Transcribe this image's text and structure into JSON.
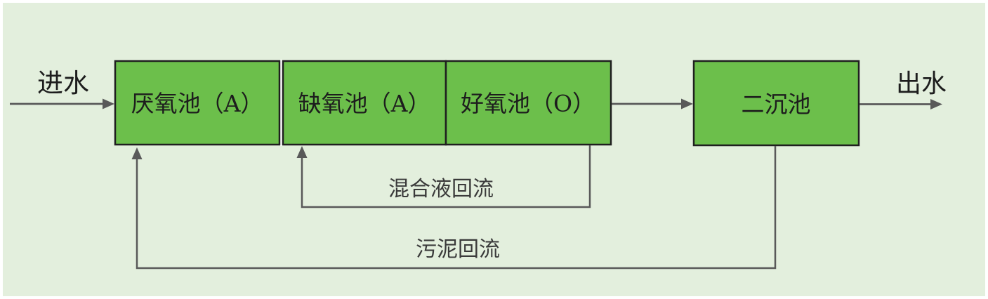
{
  "colors": {
    "page_background": "#ffffff",
    "panel_background": "#e3efdd",
    "tank_fill": "#6cbf4b",
    "tank_border": "#1f1f1f",
    "flow_line": "#595959",
    "text": "#1d1d1d"
  },
  "diagram": {
    "inflow_label": "进水",
    "outflow_label": "出水",
    "tanks": [
      {
        "label": "厌氧池（A）"
      },
      {
        "label": "缺氧池（A）"
      },
      {
        "label": "好氧池（O）"
      },
      {
        "label": "二沉池"
      }
    ],
    "recycles": [
      {
        "label": "混合液回流"
      },
      {
        "label": "污泥回流"
      }
    ]
  }
}
